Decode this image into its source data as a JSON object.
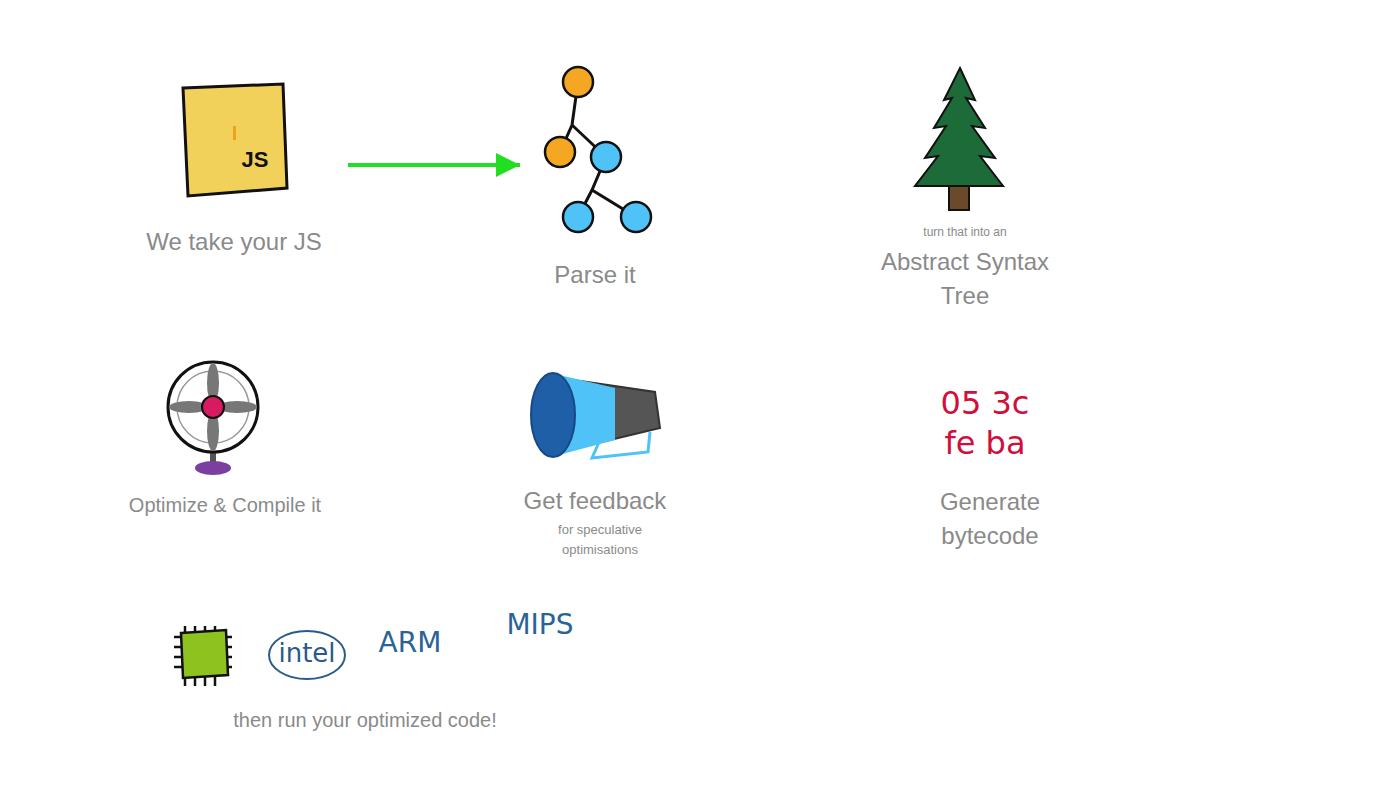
{
  "diagram": {
    "nodes": [
      {
        "text": [
          "JS",
          "We take your JS"
        ]
      },
      {
        "text": [
          "Parse it"
        ]
      },
      {
        "text": [
          "turn that into an",
          "Abstract Syntax Tree"
        ]
      },
      {
        "text": [
          "Optimize & Compile it"
        ]
      },
      {
        "text": [
          "Get feedback",
          "for speculative optimisations"
        ]
      },
      {
        "text": [
          "05 3c fe ba",
          "Generate bytecode"
        ]
      },
      {
        "text": [
          "then run your optimized code!"
        ]
      }
    ],
    "edges": [
      {
        "from": 0,
        "to": 1,
        "arrow": "to"
      }
    ],
    "labels": [
      "intel",
      "ARM",
      "MIPS"
    ]
  }
}
